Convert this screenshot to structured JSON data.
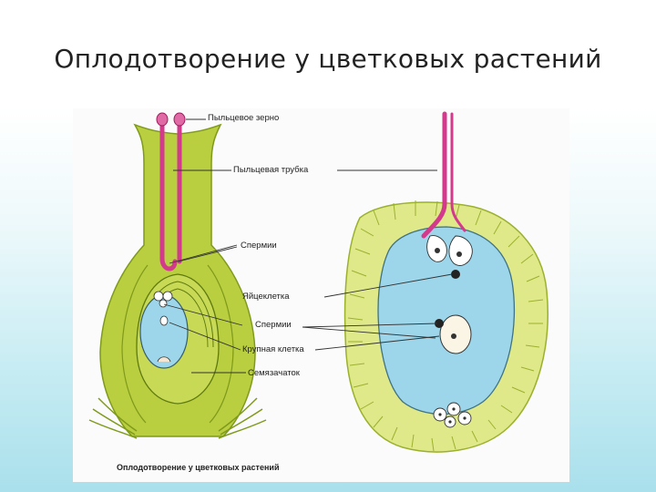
{
  "slide": {
    "title": "Оплодотворение у цветковых растений"
  },
  "figure": {
    "labels": {
      "pollen_grain": "Пыльцевое зерно",
      "pollen_tube": "Пыльцевая трубка",
      "sperm_top": "Спермии",
      "egg_cell": "Яйцеклетка",
      "sperm_bottom": "Спермии",
      "large_cell": "Крупная клетка",
      "ovule": "Семязачаток"
    },
    "caption": "Оплодотворение у цветковых растений"
  },
  "colors": {
    "tissue_green": "#b9cf3f",
    "tissue_dark": "#7f9a1c",
    "cell_yellow": "#dfe98a",
    "sac_blue": "#9dd6ea",
    "tube_pink": "#d43a8c",
    "line": "#333333"
  }
}
